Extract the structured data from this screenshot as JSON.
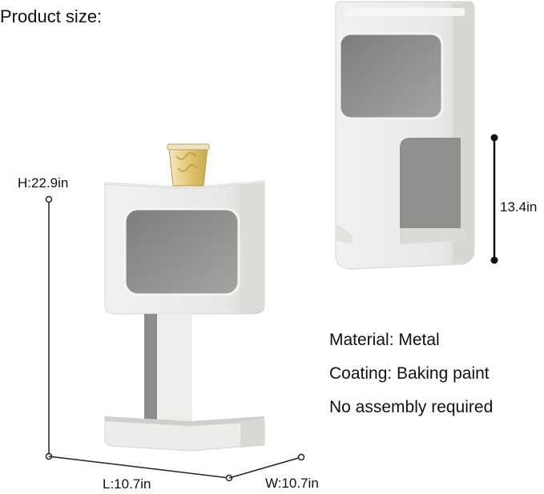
{
  "header": {
    "title": "Product size:"
  },
  "dimensions": {
    "height": "H:22.9in",
    "length": "L:10.7in",
    "width": "W:10.7in",
    "inner_height": "13.4in"
  },
  "specs": {
    "material": "Material: Metal",
    "coating": "Coating: Baking paint",
    "assembly": "No assembly required"
  },
  "colors": {
    "table_body": "#ececea",
    "table_shadow": "#d9d9d6",
    "cavity": "#8e8e8c",
    "cup": "#e0c674"
  }
}
